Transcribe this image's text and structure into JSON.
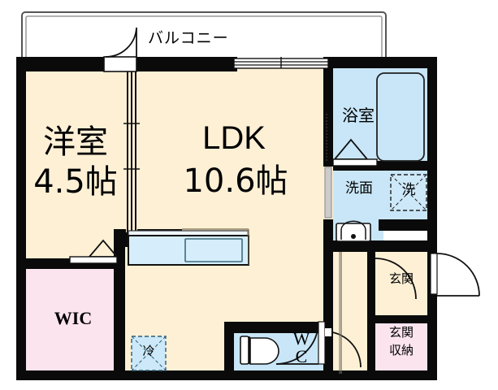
{
  "plan": {
    "title": "間取図",
    "colors": {
      "wall": "#0a0a0a",
      "floor_fill": "#fdf0d5",
      "water_fill": "#c8e6f7",
      "closet_fill": "#fbe4ee",
      "balcony_fill": "#ffffff",
      "outline": "#333333",
      "text": "#000000"
    },
    "rooms": [
      {
        "id": "balcony",
        "name_label": "バルコニー",
        "area_label": ""
      },
      {
        "id": "washitsu",
        "name_label": "洋室",
        "area_label": "4.5帖"
      },
      {
        "id": "ldk",
        "name_label": "LDK",
        "area_label": "10.6帖"
      },
      {
        "id": "bath",
        "name_label": "浴室",
        "area_label": ""
      },
      {
        "id": "washroom",
        "name_label": "洗面",
        "area_label": ""
      },
      {
        "id": "laundry",
        "name_label": "洗",
        "area_label": ""
      },
      {
        "id": "wic",
        "name_label": "WIC",
        "area_label": ""
      },
      {
        "id": "wc",
        "name_label": "WC",
        "area_label": ""
      },
      {
        "id": "genkan",
        "name_label": "玄関",
        "area_label": ""
      },
      {
        "id": "genkan_storage",
        "name_label": "玄関収納",
        "area_label": ""
      },
      {
        "id": "fridge",
        "name_label": "冷",
        "area_label": ""
      }
    ],
    "labels": {
      "balcony": "バルコニー",
      "washitsu_name": "洋室",
      "washitsu_area": "4.5帖",
      "ldk_name": "LDK",
      "ldk_area": "10.6帖",
      "bath": "浴室",
      "washroom": "洗面",
      "laundry": "洗",
      "wic": "WIC",
      "wc_line1": "W",
      "wc_line2": "C",
      "genkan": "玄関",
      "genkan_storage_line1": "玄関",
      "genkan_storage_line2": "収納",
      "fridge": "冷"
    },
    "fixtures": [
      {
        "id": "bathtub",
        "name": "bathtub"
      },
      {
        "id": "vanity-sink",
        "name": "vanity-sink"
      },
      {
        "id": "kitchen-counter",
        "name": "kitchen-counter"
      },
      {
        "id": "kitchen-sink",
        "name": "kitchen-sink"
      },
      {
        "id": "toilet",
        "name": "toilet"
      },
      {
        "id": "washer-space",
        "name": "washing-machine-space"
      },
      {
        "id": "fridge-space",
        "name": "refrigerator-space"
      }
    ],
    "doors": [
      {
        "id": "balcony-door",
        "type": "swing"
      },
      {
        "id": "balcony-window",
        "type": "sliding"
      },
      {
        "id": "entrance-door",
        "type": "swing"
      },
      {
        "id": "genkan-door",
        "type": "swing"
      },
      {
        "id": "hall-door",
        "type": "swing"
      },
      {
        "id": "wc-door",
        "type": "swing"
      },
      {
        "id": "bath-door",
        "type": "folding"
      },
      {
        "id": "wic-door",
        "type": "folding"
      },
      {
        "id": "room-partition",
        "type": "sliding"
      }
    ]
  }
}
